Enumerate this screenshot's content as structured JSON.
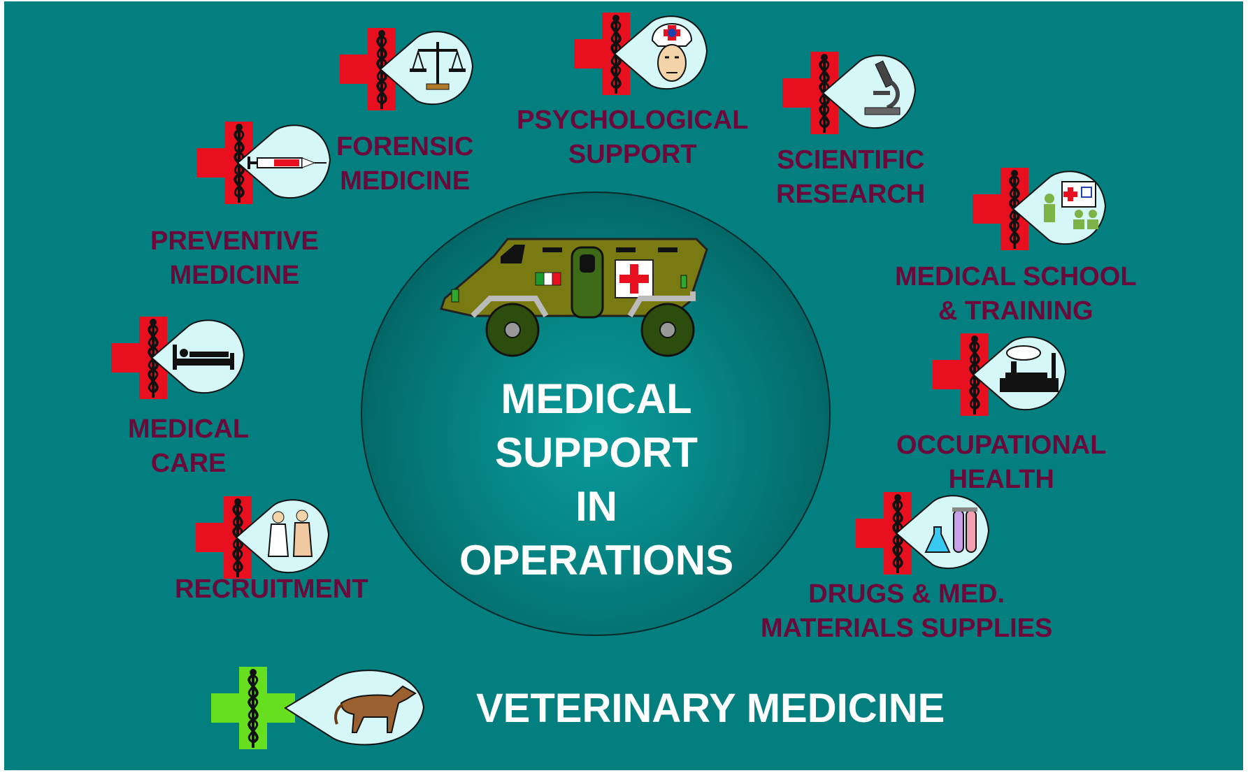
{
  "center": {
    "lines": [
      "MEDICAL",
      "SUPPORT",
      "IN",
      "OPERATIONS"
    ]
  },
  "specialties": [
    {
      "id": "forensic",
      "lines": [
        "FORENSIC",
        "MEDICINE"
      ],
      "icon": "scales-icon"
    },
    {
      "id": "psychological",
      "lines": [
        "PSYCHOLOGICAL",
        "SUPPORT"
      ],
      "icon": "medic-face-icon"
    },
    {
      "id": "scientific",
      "lines": [
        "SCIENTIFIC",
        "RESEARCH"
      ],
      "icon": "microscope-icon"
    },
    {
      "id": "preventive",
      "lines": [
        "PREVENTIVE",
        "MEDICINE"
      ],
      "icon": "syringe-icon"
    },
    {
      "id": "school",
      "lines": [
        "MEDICAL  SCHOOL",
        "& TRAINING"
      ],
      "icon": "classroom-icon"
    },
    {
      "id": "care",
      "lines": [
        "MEDICAL",
        "CARE"
      ],
      "icon": "hospital-bed-icon"
    },
    {
      "id": "occupational",
      "lines": [
        "OCCUPATIONAL",
        "HEALTH"
      ],
      "icon": "factory-icon"
    },
    {
      "id": "recruitment",
      "lines": [
        "RECRUITMENT"
      ],
      "icon": "doctor-patient-icon"
    },
    {
      "id": "drugs",
      "lines": [
        "DRUGS & MED.",
        "MATERIALS SUPPLIES"
      ],
      "icon": "test-tubes-icon"
    }
  ],
  "veterinary": {
    "label": "VETERINARY MEDICINE",
    "icon": "horse-icon"
  },
  "colors": {
    "background": "#047f80",
    "label_text": "#6b0a3a",
    "center_text": "#ffffff",
    "cross_red": "#e8101e",
    "cross_green": "#66e01e",
    "bubble_fill": "#d6f7f7",
    "vehicle_olive": "#7a7a12"
  }
}
